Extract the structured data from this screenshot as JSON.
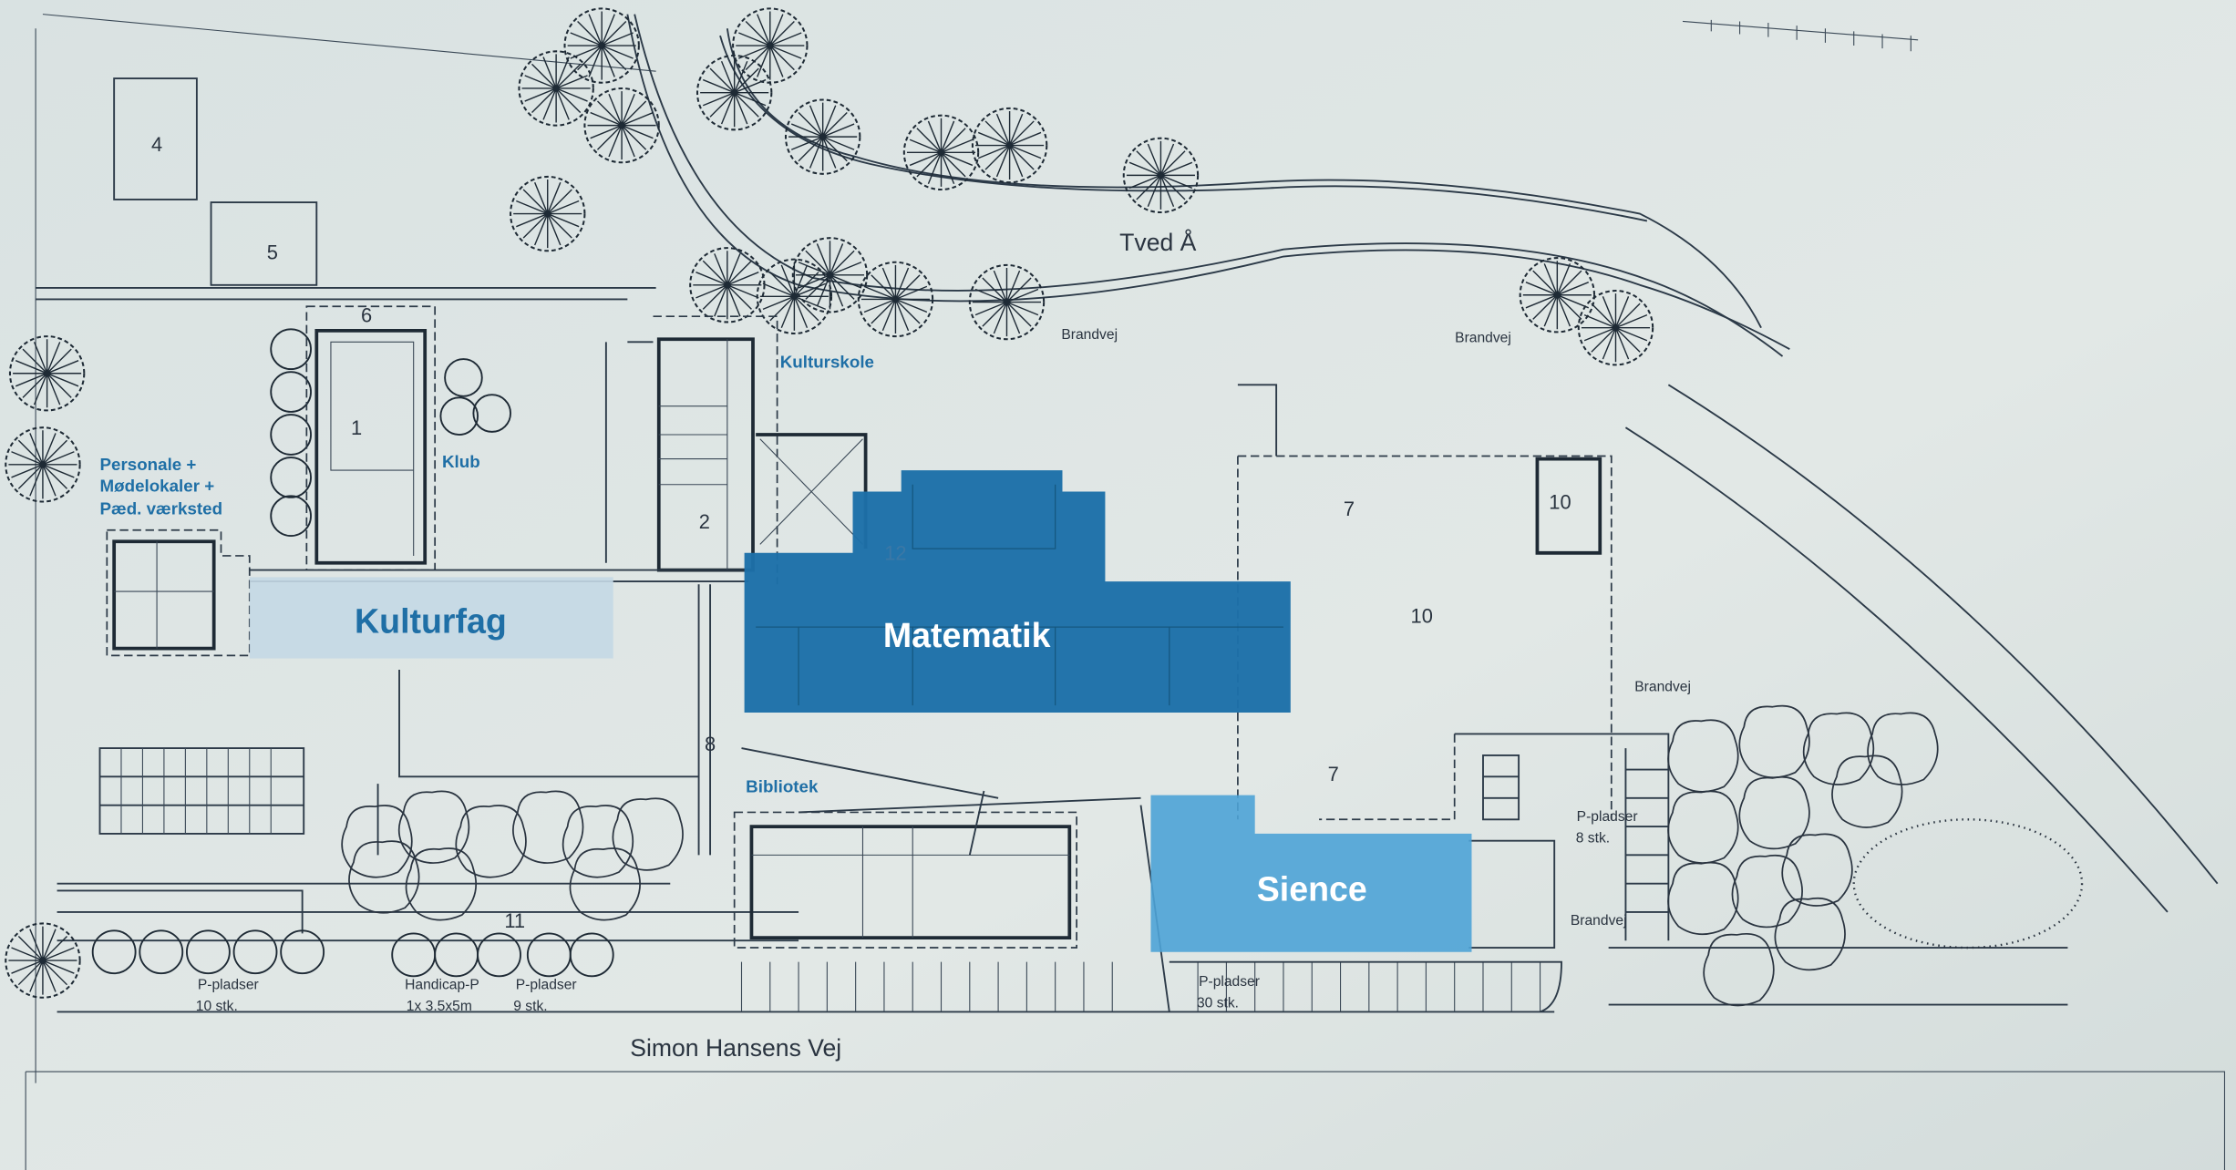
{
  "plan": {
    "river": "Tved Å",
    "street": "Simon Hansens Vej",
    "fire_lane": [
      "Brandvej",
      "Brandvej",
      "Brandvej",
      "Brandvej"
    ],
    "zones": [
      {
        "name": "Kulturfag",
        "color": "#c4d8e4"
      },
      {
        "name": "Matematik",
        "color": "#1d6fa8"
      },
      {
        "name": "Sience",
        "color": "#4ea3d6"
      }
    ],
    "room_labels": {
      "kulturskole": "Kulturskole",
      "klub": "Klub",
      "bibliotek": "Bibliotek",
      "personale": [
        "Personale +",
        "Mødelokaler +",
        "Pæd. værksted"
      ]
    },
    "building_numbers": [
      "4",
      "5",
      "6",
      "1",
      "2",
      "7",
      "10",
      "10",
      "7",
      "8",
      "11",
      "12"
    ],
    "parking": [
      {
        "title": "P-pladser",
        "detail": "10 stk."
      },
      {
        "title": "Handicap-P",
        "detail": "1x 3.5x5m"
      },
      {
        "title": "P-pladser",
        "detail": "9 stk."
      },
      {
        "title": "P-pladser",
        "detail": "30 stk."
      },
      {
        "title": "P-pladser",
        "detail": "8 stk."
      }
    ]
  }
}
